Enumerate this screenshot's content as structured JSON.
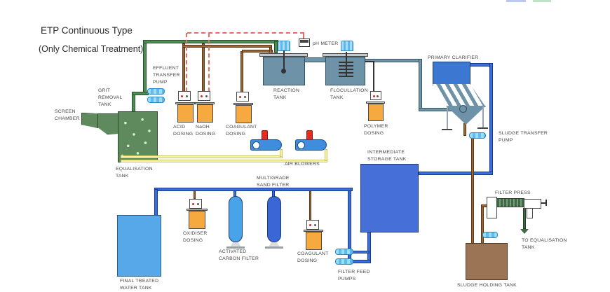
{
  "title": {
    "line1": "ETP Continuous Type",
    "line2": "(Only Chemical Treatment)"
  },
  "labels": {
    "screen_chamber": "SCREEN\nCHAMBER",
    "grit_removal_tank": "GRIT\nREMOVAL\nTANK",
    "equalisation_tank": "EQUALISATION\nTANK",
    "effluent_transfer_pump": "EFFLUENT\nTRANSFER\nPUMP",
    "acid_dosing": "ACID\nDOSING",
    "naoh_dosing": "NaOH\nDOSING",
    "coagulant_dosing_1": "COAGULANT\nDOSING",
    "ph_meter": "pH METER",
    "reaction_tank": "REACTION\nTANK",
    "floccullation_tank": "FLOCULLATION\nTANK",
    "polymer_dosing": "POLYMER\nDOSING",
    "primary_clarifier": "PRIMARY CLARIFIER",
    "sludge_transfer_pump": "SLUDGE TRANSFER\nPUMP",
    "air_blowers": "AIR BLOWERS",
    "intermediate_storage_tank": "INTERMEDIATE\nSTORAGE TANK",
    "multigrade_sand_filter": "MULTIGRADE\nSAND FILTER",
    "oxidiser_dosing": "OXIDISER\nDOSING",
    "activated_carbon_filter": "ACTIVATED\nCARBON FILTER",
    "coagulant_dosing_2": "COAGULANT\nDOSING",
    "filter_feed_pumps": "FILTER FEED\nPUMPS",
    "final_treated_water_tank": "FINAL TREATED\nWATER TANK",
    "filter_press": "FILTER PRESS",
    "to_equalisation_tank": "TO EQUALISATION\nTANK",
    "sludge_holding_tank": "SLUDGE HOLDING TANK"
  },
  "colors": {
    "equalisation_green": "#5E8A5E",
    "dosing_orange": "#F5A93E",
    "reaction_slate": "#6E92A8",
    "clarifier_blue": "#3C77D2",
    "storage_blue": "#4670D8",
    "final_tank_blue": "#57A8E8",
    "sludge_brown": "#9B7355",
    "pipe_green": "#4E8C55",
    "pipe_brown": "#9A6638",
    "pipe_blue": "#3a6fd8",
    "pipe_yellow": "#f6f3ab",
    "pipe_dark_green": "#3E6B45",
    "pump_light_blue": "#6FC8F2",
    "blower_blue": "#3E8EDD",
    "blower_cap_red": "#E03020",
    "control_dashed_red": "#ec6a5f"
  }
}
